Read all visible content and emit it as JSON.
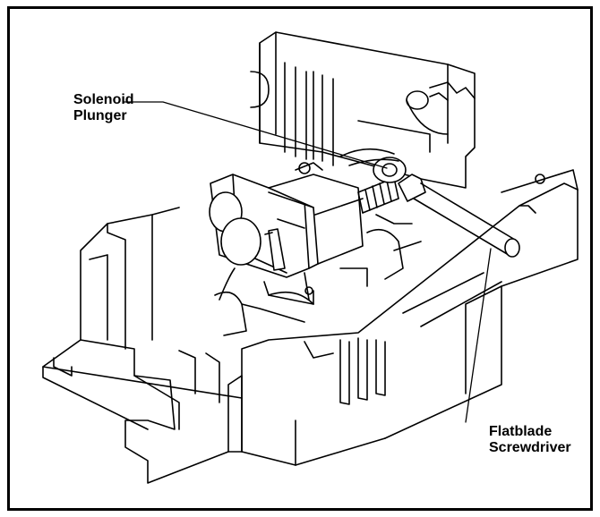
{
  "figure": {
    "background": "#ffffff",
    "line_color": "#000000",
    "callouts": [
      {
        "id": "solenoid-plunger",
        "lines": [
          "Solenoid",
          "Plunger"
        ]
      },
      {
        "id": "flatblade-screwdriver",
        "lines": [
          "Flatblade",
          "Screwdriver"
        ]
      }
    ]
  }
}
